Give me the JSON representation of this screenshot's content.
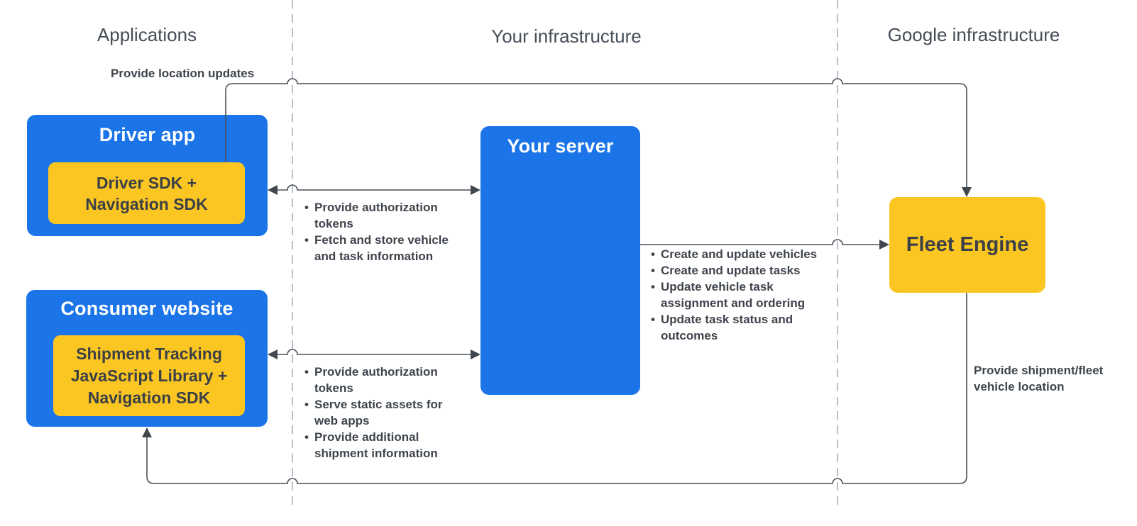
{
  "headers": {
    "applications": "Applications",
    "your_infrastructure": "Your infrastructure",
    "google_infrastructure": "Google infrastructure"
  },
  "nodes": {
    "driver_app": {
      "title": "Driver app",
      "sdk": "Driver SDK + Navigation SDK"
    },
    "consumer_website": {
      "title": "Consumer website",
      "sdk": "Shipment Tracking JavaScript Library + Navigation SDK"
    },
    "your_server": {
      "title": "Your server"
    },
    "fleet_engine": {
      "title": "Fleet Engine"
    }
  },
  "labels": {
    "location_updates": "Provide location updates",
    "shipment_location": "Provide shipment/fleet vehicle location"
  },
  "flows": {
    "driver_server": [
      "Provide authorization tokens",
      "Fetch and store vehicle and task information"
    ],
    "consumer_server": [
      "Provide authorization tokens",
      "Serve static assets for web apps",
      "Provide additional shipment information"
    ],
    "server_fleet": [
      "Create and update vehicles",
      "Create and update tasks",
      "Update vehicle task assignment and ordering",
      "Update task status and outcomes"
    ]
  },
  "colors": {
    "node_blue": "#1b74e8",
    "node_yellow": "#fbc622",
    "connector": "#4a505a",
    "divider": "#b9bfc7",
    "text_dark": "#3e444c",
    "text_on_blue": "#ffffff",
    "text_on_yellow": "#3b4046"
  }
}
